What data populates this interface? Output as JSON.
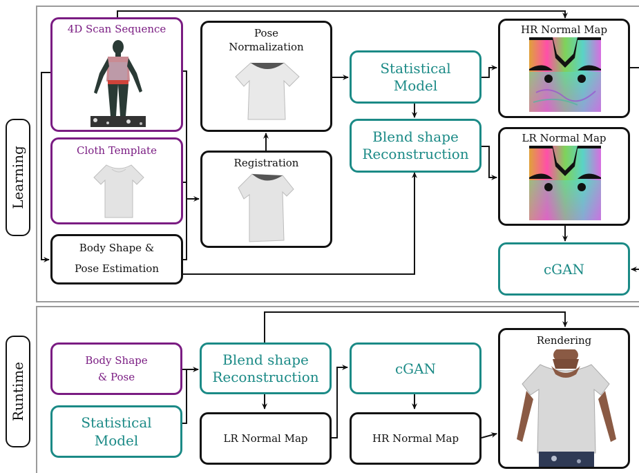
{
  "sections": {
    "learning": "Learning",
    "runtime": "Runtime"
  },
  "learning": {
    "scan_sequence": "4D Scan Sequence",
    "cloth_template": "Cloth Template",
    "body_shape_pose_estimation": [
      "Body Shape &",
      "Pose Estimation"
    ],
    "pose_normalization": [
      "Pose",
      "Normalization"
    ],
    "registration": "Registration",
    "statistical_model": [
      "Statistical",
      "Model"
    ],
    "blend_shape_reconstruction": [
      "Blend shape",
      "Reconstruction"
    ],
    "hr_normal_map": "HR Normal Map",
    "lr_normal_map": "LR Normal Map",
    "cgan": "cGAN"
  },
  "runtime": {
    "body_shape_pose": [
      "Body Shape",
      "& Pose"
    ],
    "statistical_model": [
      "Statistical",
      "Model"
    ],
    "blend_shape_reconstruction": [
      "Blend shape",
      "Reconstruction"
    ],
    "cgan": "cGAN",
    "lr_normal_map": "LR Normal Map",
    "hr_normal_map": "HR Normal Map",
    "rendering": "Rendering"
  },
  "colors": {
    "input_border": "#7a1c82",
    "model_border": "#1b8a86",
    "process_border": "#111111",
    "panel_border": "#9a9a9a"
  }
}
